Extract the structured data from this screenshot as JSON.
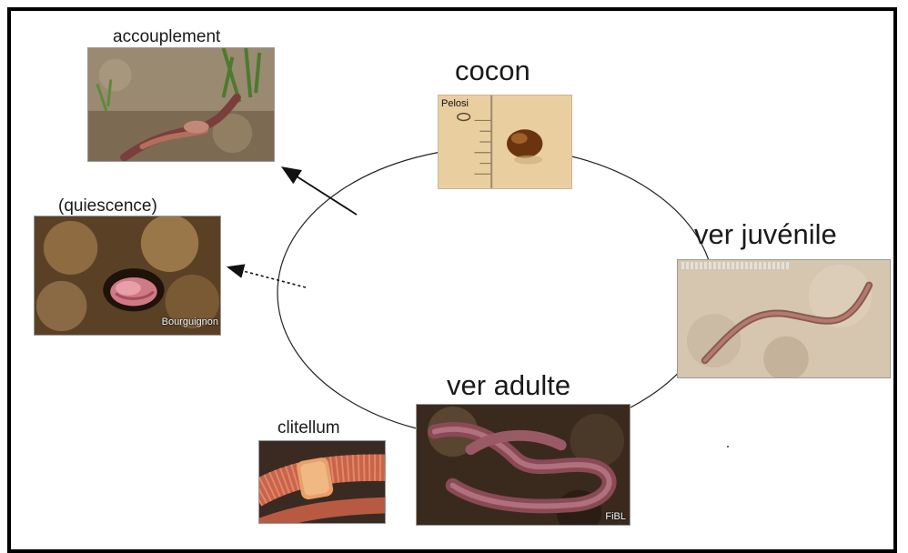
{
  "stages": {
    "cocon": {
      "label": "cocon",
      "credit": "Pelosi"
    },
    "juvenile": {
      "label": "ver juvénile"
    },
    "adulte": {
      "label": "ver adulte",
      "credit": "FiBL"
    },
    "clitellum": {
      "label": "clitellum"
    },
    "quiescence": {
      "label": "(quiescence)",
      "credit": "Bourguignon"
    },
    "accouplement": {
      "label": "accouplement"
    }
  },
  "colors": {
    "cycle_line": "#222222",
    "arrow": "#111111",
    "worm": "#a0605a",
    "soil": "#8a6a45",
    "cocoon_bg": "#e9cfa0",
    "cocoon": "#7a3f12"
  }
}
